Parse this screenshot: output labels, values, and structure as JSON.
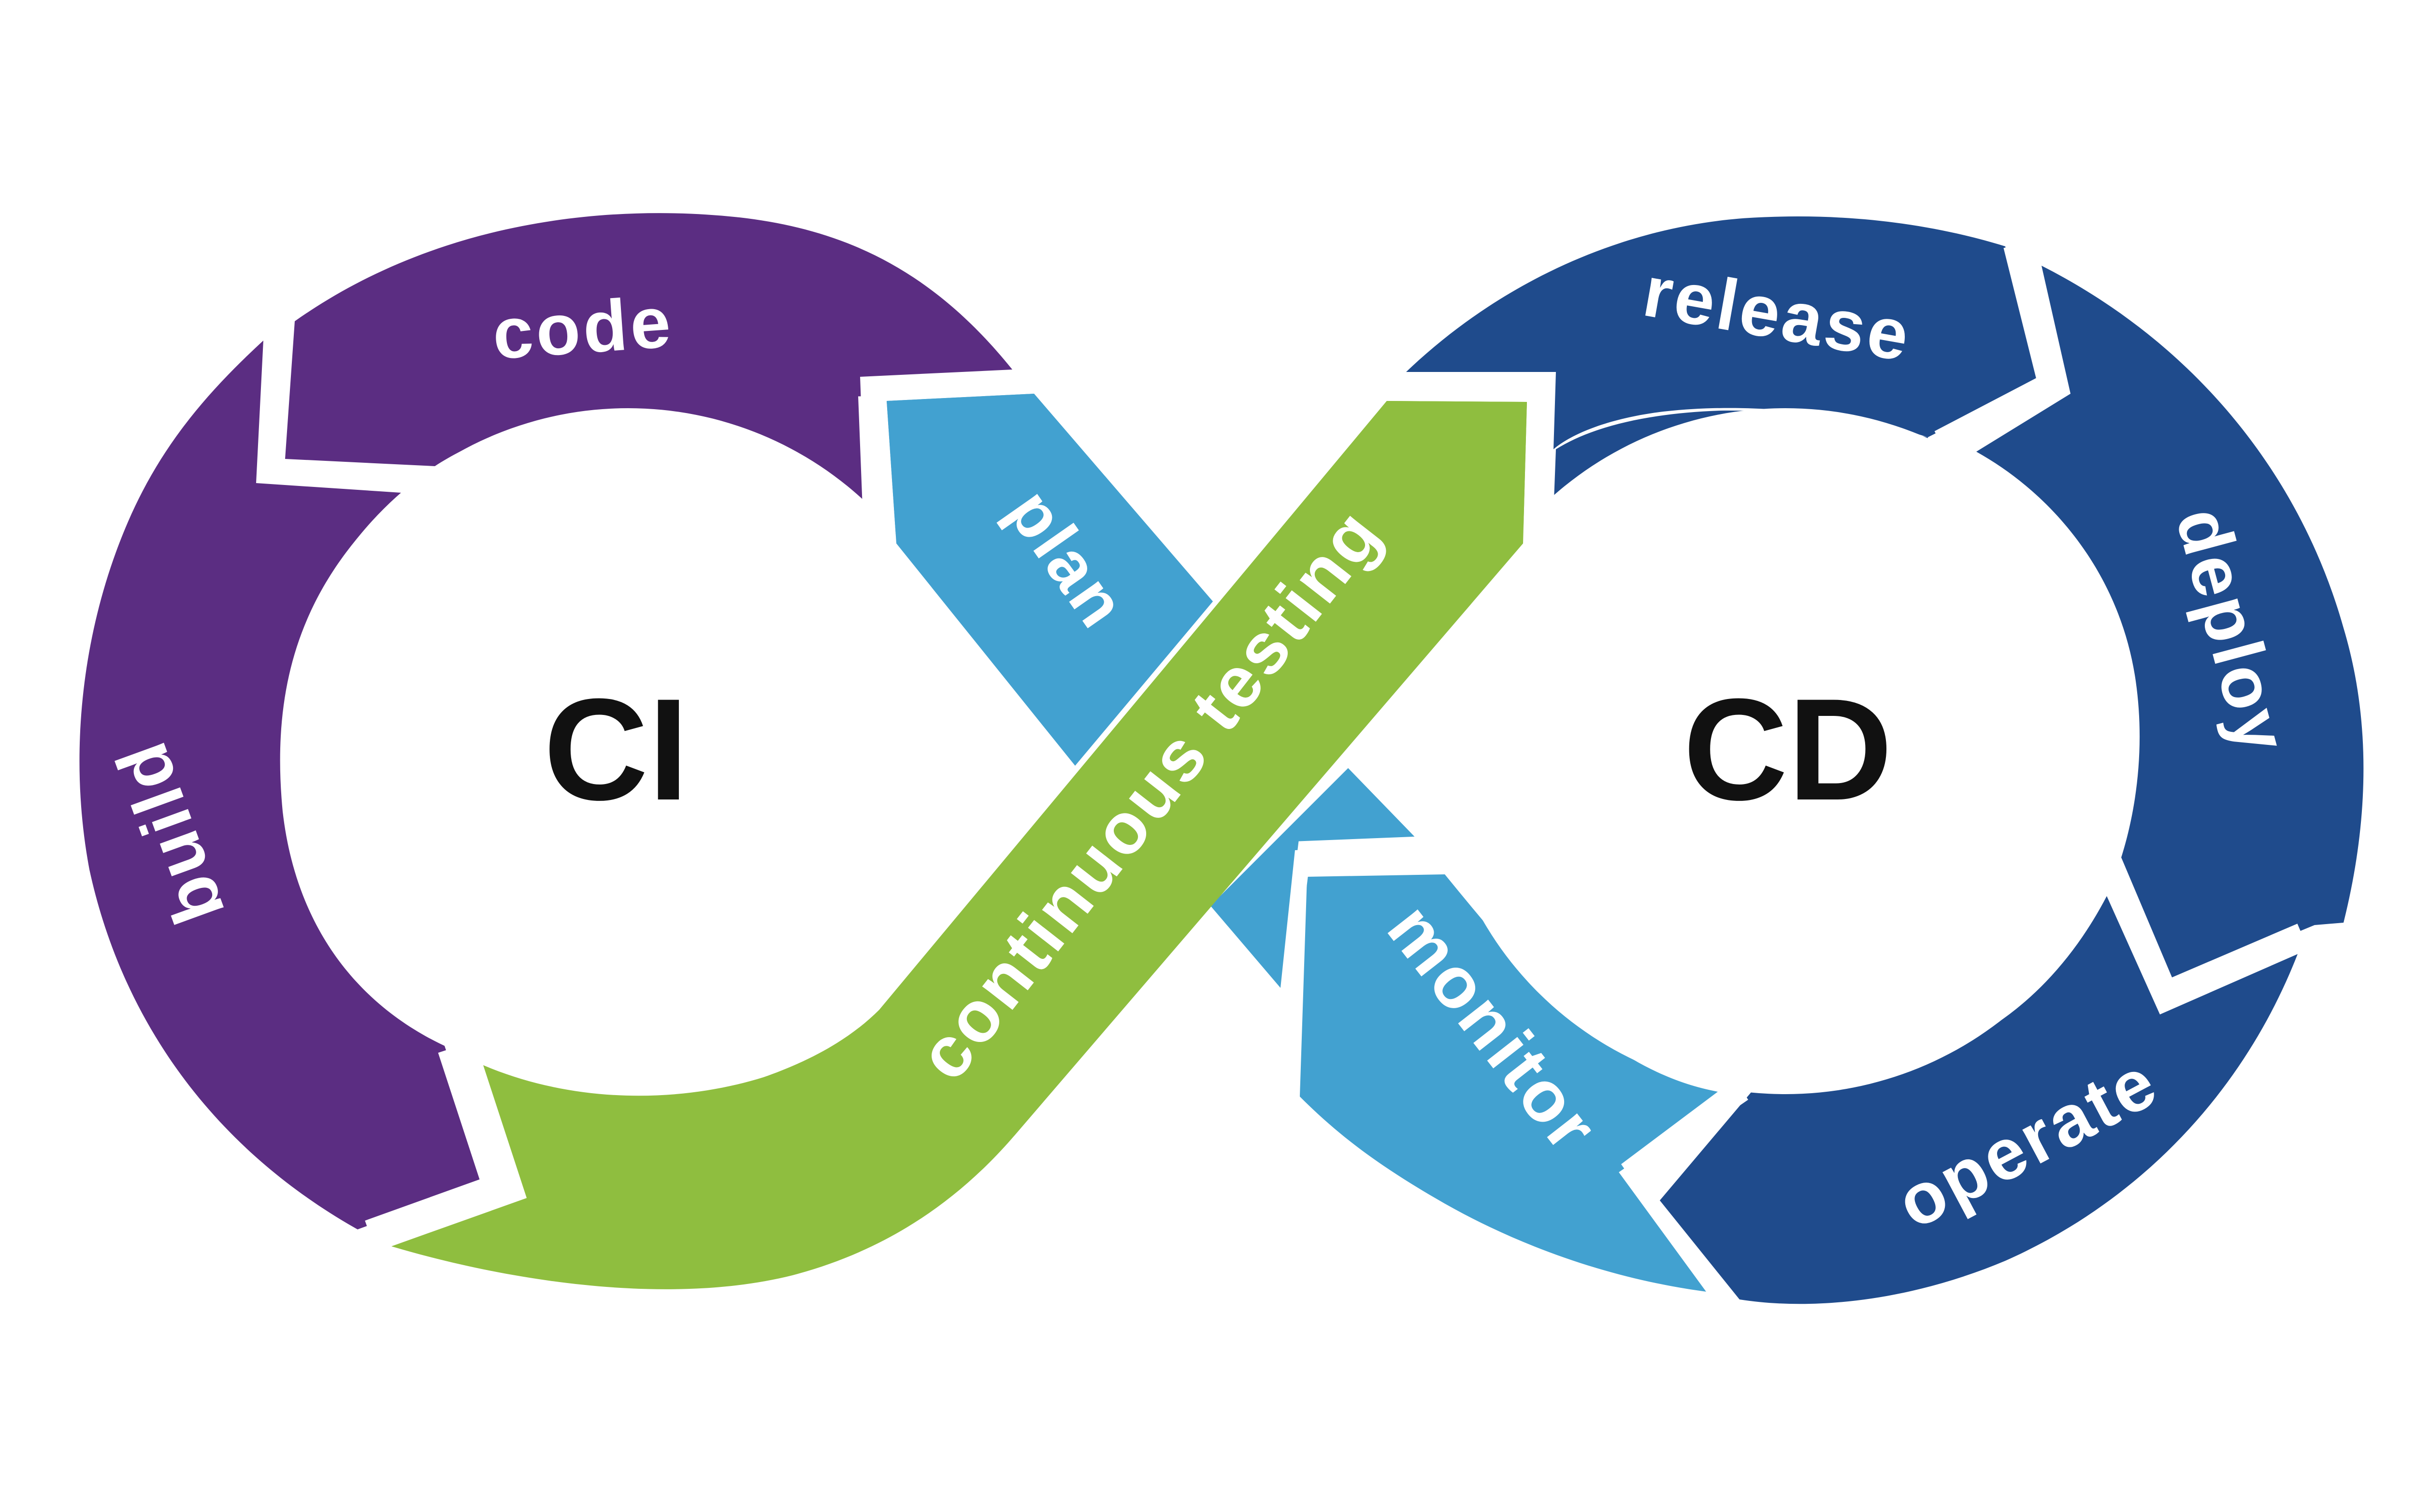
{
  "diagram": {
    "left_loop": {
      "title": "CI",
      "stages": [
        {
          "key": "code",
          "label": "code",
          "color": "#5b2d82"
        },
        {
          "key": "build",
          "label": "build",
          "color": "#5b2d82"
        },
        {
          "key": "plan",
          "label": "plan",
          "color": "#42a1d0"
        }
      ]
    },
    "right_loop": {
      "title": "CD",
      "stages": [
        {
          "key": "release",
          "label": "release",
          "color": "#1f4b8c"
        },
        {
          "key": "deploy",
          "label": "deploy",
          "color": "#1f4b8c"
        },
        {
          "key": "operate",
          "label": "operate",
          "color": "#1f4b8c"
        },
        {
          "key": "monitor",
          "label": "monitor",
          "color": "#42a1d0"
        }
      ]
    },
    "cross_band": {
      "label": "continuous testing",
      "color": "#8fbe3f"
    },
    "colors": {
      "purple": "#5b2d82",
      "navy": "#1f4b8c",
      "sky": "#42a1d0",
      "green": "#8fbe3f",
      "hub_text": "#111111",
      "background": "#ffffff"
    }
  }
}
